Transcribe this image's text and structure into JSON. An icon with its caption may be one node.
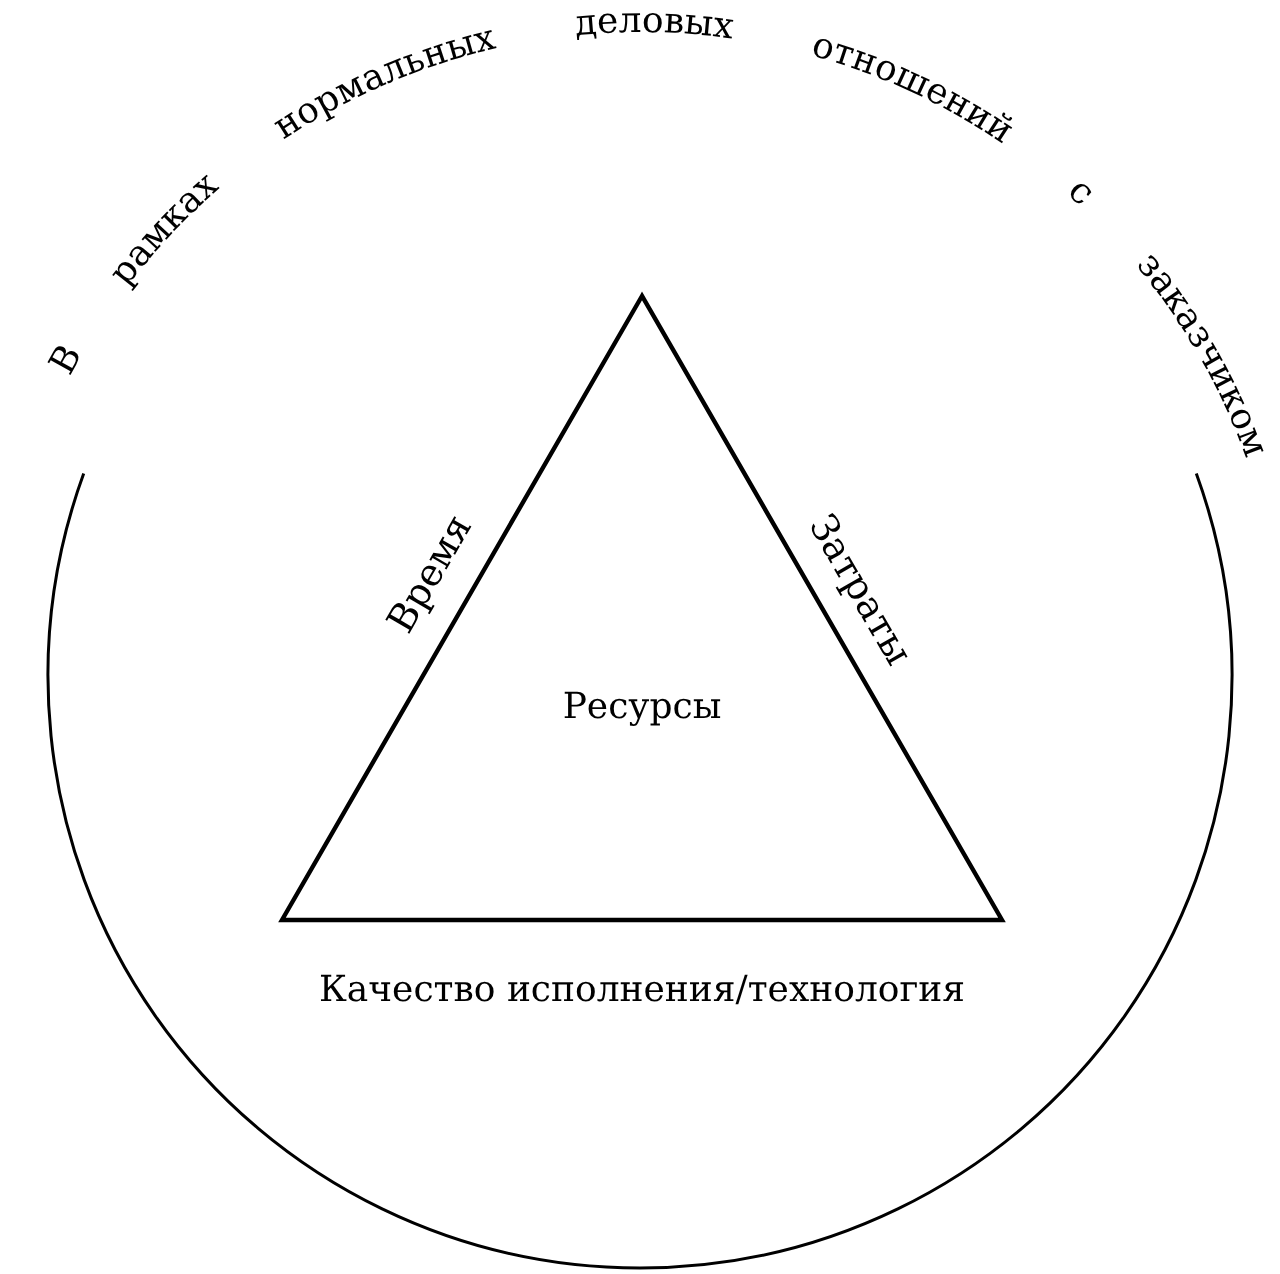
{
  "diagram": {
    "nodes": [
      {
        "text": [
          "В рамках нормальных деловых отношений с заказчиком"
        ]
      },
      {
        "text": [
          "Ресурсы"
        ],
        "in": 0,
        "beside": [
          "Время",
          "Затраты",
          "Качество исполнения/технология"
        ]
      }
    ]
  }
}
